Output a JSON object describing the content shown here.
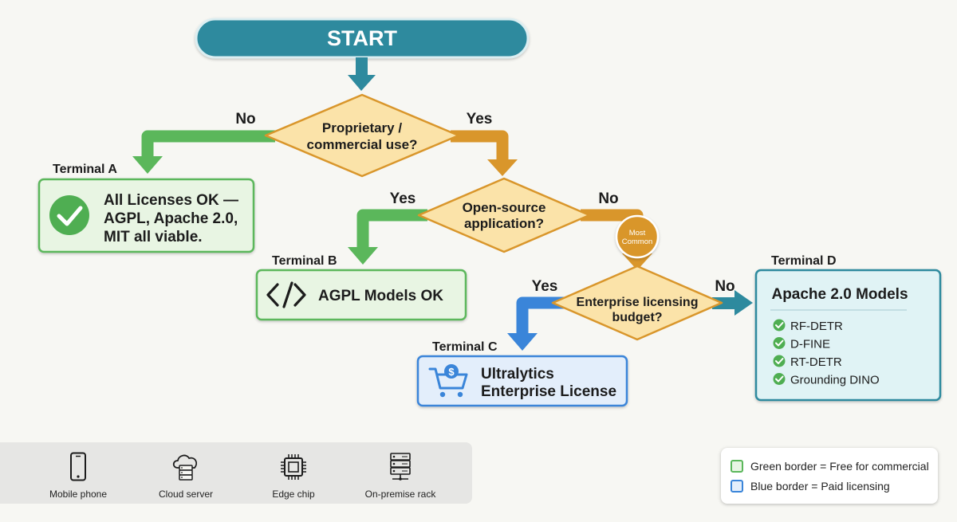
{
  "start": {
    "label": "START"
  },
  "decisions": [
    {
      "id": "q1",
      "lines": [
        "Proprietary /",
        "commercial use?"
      ]
    },
    {
      "id": "q2",
      "lines": [
        "Open-source",
        "application?"
      ]
    },
    {
      "id": "q3",
      "lines": [
        "Enterprise licensing",
        "budget?"
      ]
    }
  ],
  "edges": {
    "q1_no": "No",
    "q1_yes": "Yes",
    "q2_yes": "Yes",
    "q2_no": "No",
    "q3_yes": "Yes",
    "q3_no": "No"
  },
  "badge": {
    "lines": [
      "Most",
      "Common"
    ]
  },
  "terminals": {
    "a": {
      "label": "Terminal A",
      "lines": [
        "All Licenses OK —",
        "AGPL, Apache 2.0,",
        "MIT all viable."
      ],
      "icon": "check-circle-icon"
    },
    "b": {
      "label": "Terminal B",
      "lines": [
        "AGPL Models OK"
      ],
      "icon": "code-icon"
    },
    "c": {
      "label": "Terminal C",
      "lines": [
        "Ultralytics",
        "Enterprise License"
      ],
      "icon": "dollar-cart-icon"
    },
    "d": {
      "label": "Terminal D",
      "title": "Apache 2.0 Models",
      "items": [
        "RF-DETR",
        "D-FINE",
        "RT-DETR",
        "Grounding DINO"
      ]
    }
  },
  "devices": [
    {
      "label": "Mobile phone",
      "icon": "mobile-phone-icon"
    },
    {
      "label": "Cloud server",
      "icon": "cloud-server-icon"
    },
    {
      "label": "Edge chip",
      "icon": "chip-icon"
    },
    {
      "label": "On-premise rack",
      "icon": "server-rack-icon"
    }
  ],
  "legend": {
    "green": "Green border = Free for commercial",
    "blue": "Blue border = Paid licensing"
  },
  "colors": {
    "teal": "#2e8a9e",
    "green": "#5bb75b",
    "orange": "#d9962b",
    "blue": "#3a85d9",
    "diamond_fill": "#fbe3a9",
    "green_fill": "#e8f5e3",
    "blue_fill": "#e3eefb",
    "teal_fill": "#e0f3f5"
  }
}
